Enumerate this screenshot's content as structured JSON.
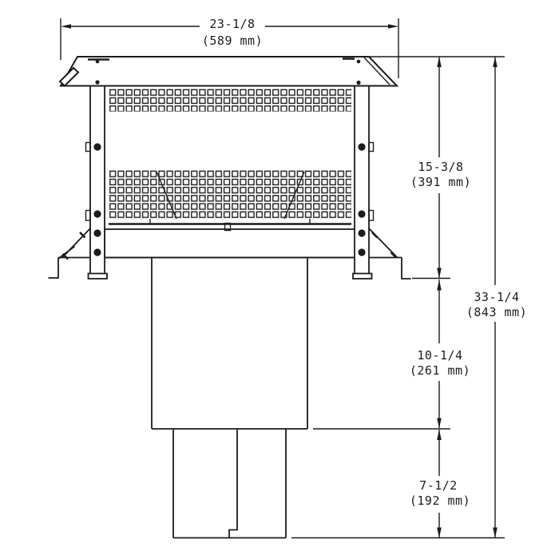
{
  "style": {
    "line_color": "#1c1c1c",
    "background": "#ffffff"
  },
  "dimensions": {
    "width": {
      "inches": "23-1/8",
      "metric": "(589 mm)"
    },
    "cap_height": {
      "inches": "15-3/8",
      "metric": "(391 mm)"
    },
    "mid_height": {
      "inches": "10-1/4",
      "metric": "(261 mm)"
    },
    "lower_height": {
      "inches": "7-1/2",
      "metric": "(192 mm)"
    },
    "total_height": {
      "inches": "33-1/4",
      "metric": "(843 mm)"
    }
  }
}
